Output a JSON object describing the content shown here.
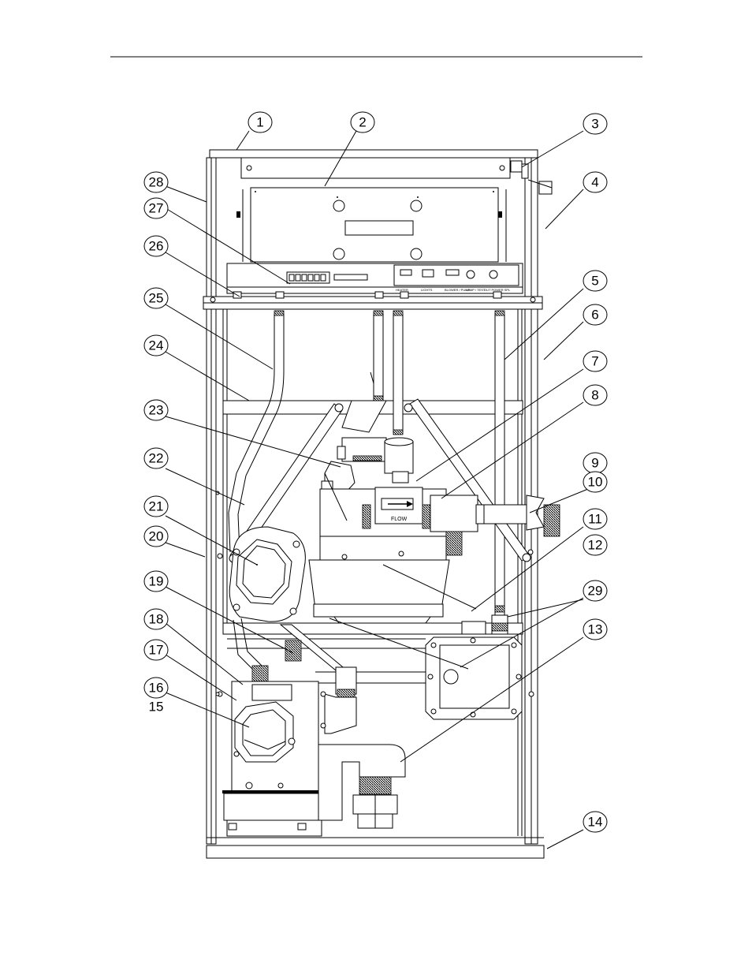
{
  "diagram": {
    "flow_label": "FLOW",
    "panel_labels": [
      "HEATER",
      "LIGHTS",
      "BLOWER / PUMP",
      "LAMP / TEST",
      "OUT POWER SPL"
    ],
    "callouts": [
      {
        "id": "c1",
        "label": "1"
      },
      {
        "id": "c2",
        "label": "2"
      },
      {
        "id": "c3",
        "label": "3"
      },
      {
        "id": "c4",
        "label": "4"
      },
      {
        "id": "c5",
        "label": "5"
      },
      {
        "id": "c6",
        "label": "6"
      },
      {
        "id": "c7",
        "label": "7"
      },
      {
        "id": "c8",
        "label": "8"
      },
      {
        "id": "c9",
        "label": "9"
      },
      {
        "id": "c10",
        "label": "10"
      },
      {
        "id": "c11",
        "label": "11"
      },
      {
        "id": "c12",
        "label": "12"
      },
      {
        "id": "c29",
        "label": "29"
      },
      {
        "id": "c13",
        "label": "13"
      },
      {
        "id": "c14",
        "label": "14"
      },
      {
        "id": "c28",
        "label": "28"
      },
      {
        "id": "c27",
        "label": "27"
      },
      {
        "id": "c26",
        "label": "26"
      },
      {
        "id": "c25",
        "label": "25"
      },
      {
        "id": "c24",
        "label": "24"
      },
      {
        "id": "c23",
        "label": "23"
      },
      {
        "id": "c22",
        "label": "22"
      },
      {
        "id": "c21",
        "label": "21"
      },
      {
        "id": "c20",
        "label": "20"
      },
      {
        "id": "c19",
        "label": "19"
      },
      {
        "id": "c18",
        "label": "18"
      },
      {
        "id": "c17",
        "label": "17"
      },
      {
        "id": "c16",
        "label": "16"
      },
      {
        "id": "c15",
        "label": "15"
      }
    ]
  }
}
